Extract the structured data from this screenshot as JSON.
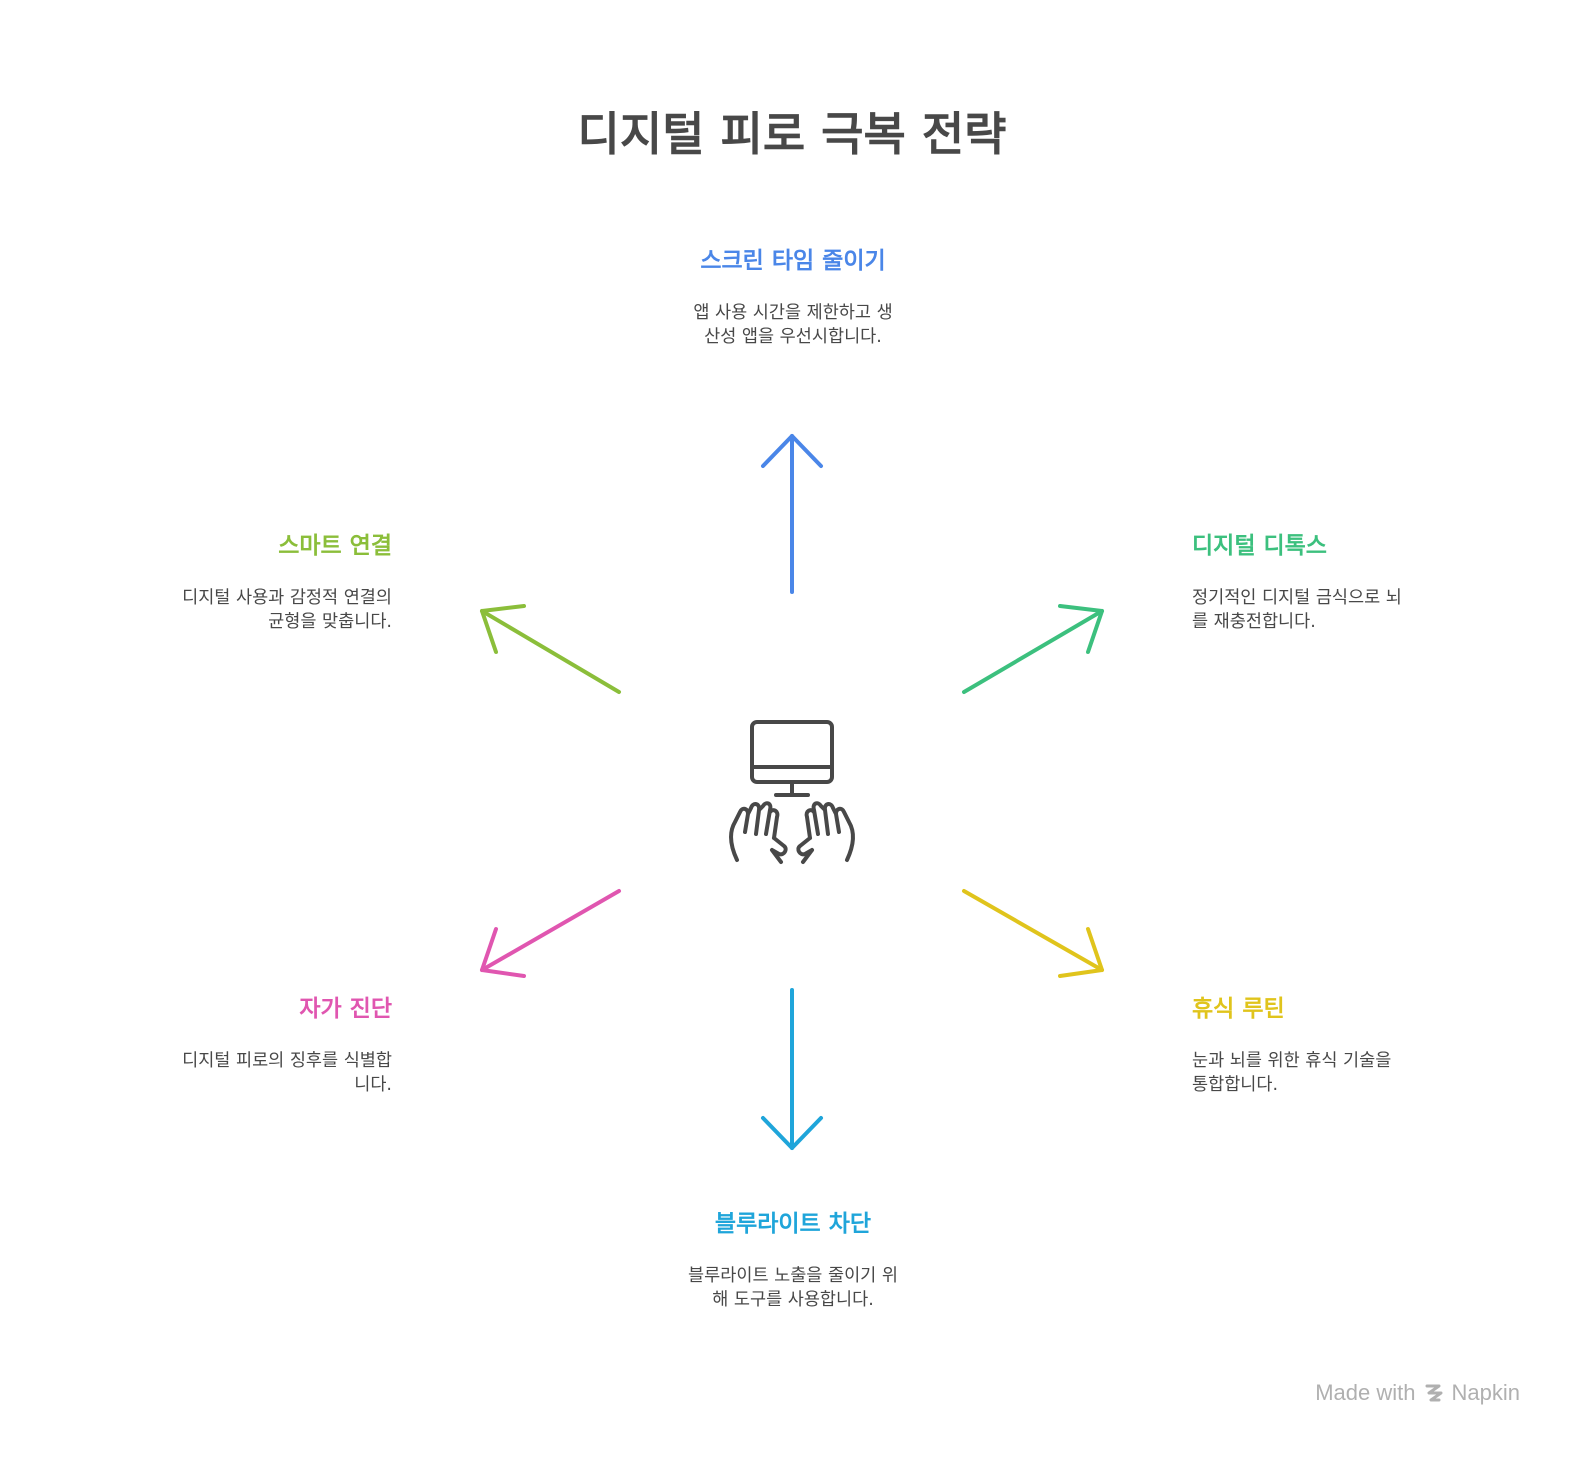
{
  "title": "디지털 피로 극복 전략",
  "colors": {
    "top": "#4A86E8",
    "upper_right": "#3CC07E",
    "lower_right": "#E0C41C",
    "bottom": "#1FA5DA",
    "lower_left": "#E056B0",
    "upper_left": "#8BBE3A",
    "icon": "#484848",
    "footer": "#b0b0b0"
  },
  "center_icon": "monitor-with-typing-hands-icon",
  "strategies": {
    "top": {
      "title": "스크린 타임 줄이기",
      "desc": "앱 사용 시간을 제한하고 생산성 앱을 우선시합니다."
    },
    "upper_right": {
      "title": "디지털 디톡스",
      "desc": "정기적인 디지털 금식으로 뇌를 재충전합니다."
    },
    "lower_right": {
      "title": "휴식 루틴",
      "desc": "눈과 뇌를 위한 휴식 기술을 통합합니다."
    },
    "bottom": {
      "title": "블루라이트 차단",
      "desc": "블루라이트 노출을 줄이기 위해 도구를 사용합니다."
    },
    "lower_left": {
      "title": "자가 진단",
      "desc": "디지털 피로의 징후를 식별합니다."
    },
    "upper_left": {
      "title": "스마트 연결",
      "desc": "디지털 사용과 감정적 연결의 균형을 맞춥니다."
    }
  },
  "footer": {
    "made_with": "Made with",
    "brand": "Napkin"
  }
}
